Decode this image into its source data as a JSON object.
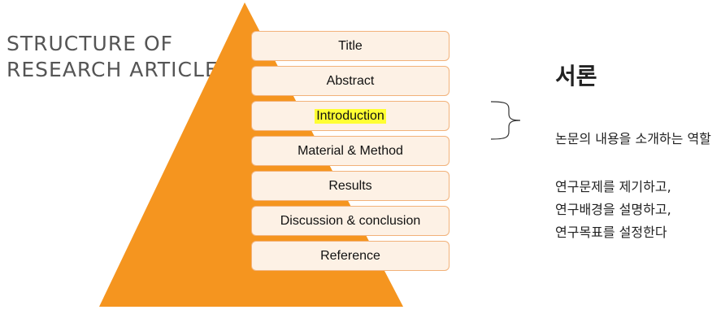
{
  "heading": {
    "line1": "STRUCTURE OF",
    "line2": "RESEARCH ARTICLE"
  },
  "pyramid": {
    "color": "#f5951f",
    "sections": [
      {
        "label": "Title",
        "highlighted": false
      },
      {
        "label": "Abstract",
        "highlighted": false
      },
      {
        "label": "Introduction",
        "highlighted": true
      },
      {
        "label": "Material & Method",
        "highlighted": false
      },
      {
        "label": "Results",
        "highlighted": false
      },
      {
        "label": "Discussion & conclusion",
        "highlighted": false
      },
      {
        "label": "Reference",
        "highlighted": false
      }
    ]
  },
  "annotation": {
    "title": "서론",
    "role": "논문의 내용을 소개하는 역할",
    "details": [
      "연구문제를 제기하고,",
      "연구배경을 설명하고,",
      "연구목표를 설정한다"
    ]
  }
}
